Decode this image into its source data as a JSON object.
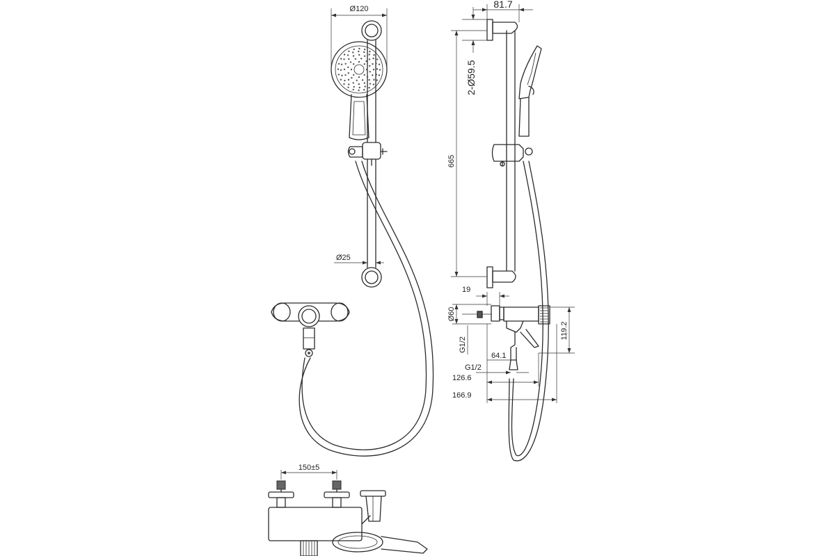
{
  "dimensions": {
    "head_diameter": "Ø120",
    "rail_diameter": "Ø25",
    "rail_width": "81.7",
    "wall_flange": "2-Ø59.5",
    "rail_length": "665",
    "bracket_depth": "19",
    "escutcheon": "Ø60",
    "inlet_thread": "G1/2",
    "outlet_thread": "G1/2",
    "spout_offset": "64.1",
    "body_height": "119.2",
    "depth_1": "126.6",
    "depth_2": "166.9",
    "inlet_spacing": "150±5"
  },
  "colors": {
    "line": "#2a2a2a",
    "background": "#ffffff"
  }
}
